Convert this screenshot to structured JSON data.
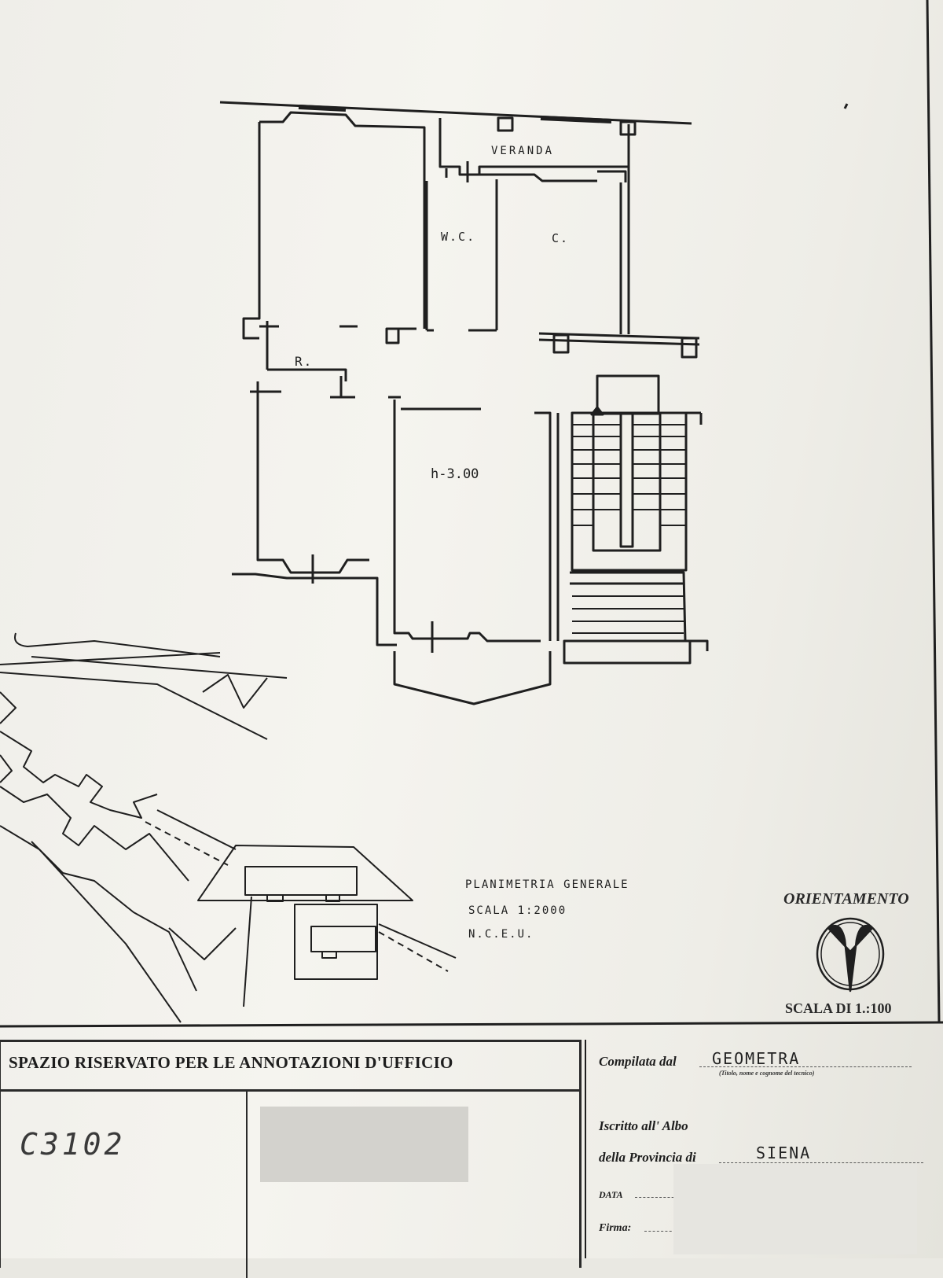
{
  "plan": {
    "rooms": {
      "veranda": "VERANDA",
      "wc": "W.C.",
      "kitchen": "C.",
      "storage": "R.",
      "height": "h-3.00"
    },
    "site_plan": {
      "title": "PLANIMETRIA GENERALE",
      "scale": "SCALA 1:2000",
      "registry": "N.C.E.U."
    },
    "orientation": {
      "label": "ORIENTAMENTO",
      "scale": "SCALA DI 1.:100"
    }
  },
  "form": {
    "office_title": "SPAZIO RISERVATO PER LE ANNOTAZIONI D'UFFICIO",
    "office_handnote": "C3102",
    "compiled_by_label": "Compilata dal",
    "compiled_by_value": "GEOMETRA",
    "compiled_by_note": "(Titolo, nome e cognome del tecnico)",
    "register_label": "Iscritto all' Albo",
    "province_label": "della Provincia di",
    "province_value": "SIENA",
    "date_label": "DATA",
    "signature_label": "Firma:"
  },
  "colors": {
    "ink": "#1e1e1e",
    "paper": "#f3f2ed"
  }
}
